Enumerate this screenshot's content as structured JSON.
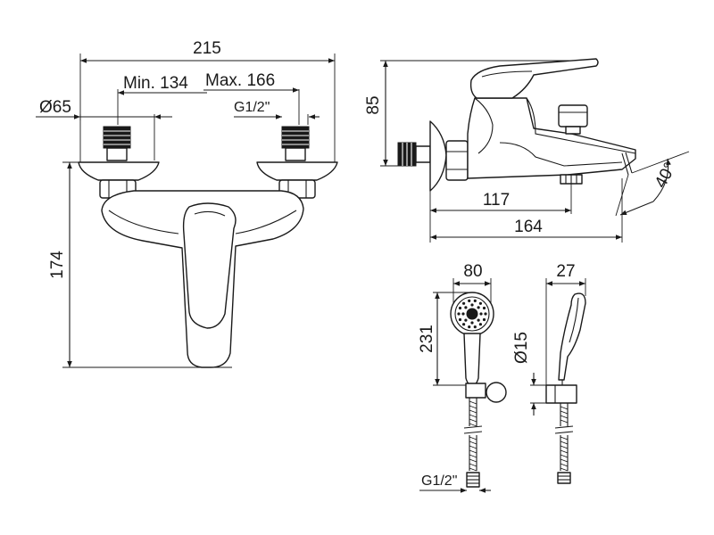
{
  "dimensions": {
    "overall_width": "215",
    "min_spacing": "Min. 134",
    "max_spacing": "Max. 166",
    "flange_diameter": "Ø65",
    "inlet_thread": "G1/2\"",
    "height": "174",
    "lever_height": "85",
    "spout_reach": "117",
    "total_depth": "164",
    "spout_angle": "40°",
    "handshower_width": "80",
    "handshower_depth": "27",
    "handshower_length": "231",
    "handle_diameter": "Ø15",
    "hose_thread": "G1/2\""
  }
}
